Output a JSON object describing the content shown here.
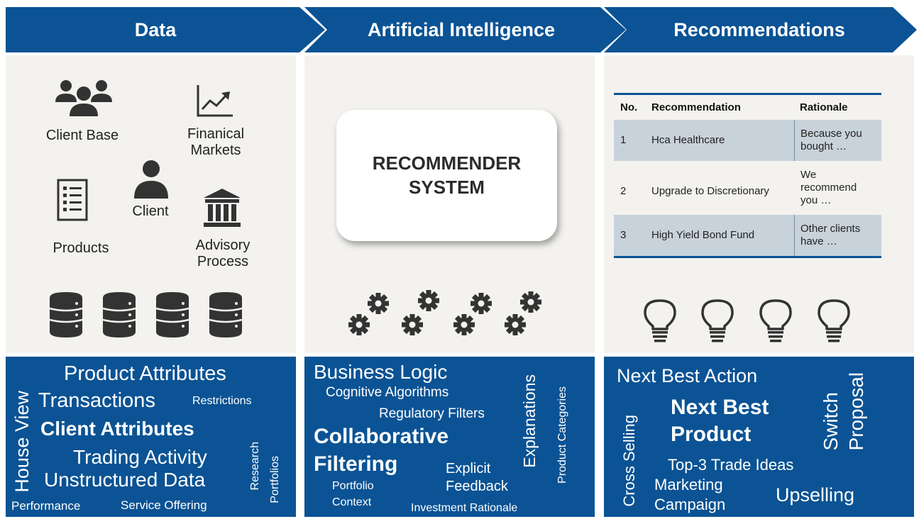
{
  "banners": [
    {
      "title": "Data"
    },
    {
      "title": "Artificial Intelligence"
    },
    {
      "title": "Recommendations"
    }
  ],
  "data_panel": {
    "client_base": "Client Base",
    "markets_line1": "Finanical",
    "markets_line2": "Markets",
    "client": "Client",
    "products": "Products",
    "advisory_line1": "Advisory",
    "advisory_line2": "Process"
  },
  "ai_panel": {
    "card_line1": "RECOMMENDER",
    "card_line2": "SYSTEM"
  },
  "table": {
    "headers": {
      "no": "No.",
      "rec": "Recommendation",
      "rat": "Rationale"
    },
    "rows": [
      {
        "no": "1",
        "rec": "Hca Healthcare",
        "rat_l1": "Because you",
        "rat_l2": "bought …",
        "rat_l3": ""
      },
      {
        "no": "2",
        "rec": "Upgrade to Discretionary",
        "rat_l1": "We",
        "rat_l2": "recommend",
        "rat_l3": "you …"
      },
      {
        "no": "3",
        "rec": "High Yield Bond Fund",
        "rat_l1": "Other clients",
        "rat_l2": "have …",
        "rat_l3": ""
      }
    ]
  },
  "cloud_data": {
    "product_attributes": "Product Attributes",
    "transactions": "Transactions",
    "restrictions": "Restrictions",
    "house_view": "House View",
    "client_attributes": "Client Attributes",
    "trading_activity": "Trading Activity",
    "unstructured_data": "Unstructured Data",
    "research": "Research",
    "portfolios": "Portfolios",
    "performance": "Performance",
    "service_offering": "Service Offering"
  },
  "cloud_ai": {
    "business_logic": "Business Logic",
    "cognitive_algorithms": "Cognitive Algorithms",
    "regulatory_filters": "Regulatory Filters",
    "explanations": "Explanations",
    "product_categories": "Product Categories",
    "collaborative": "Collaborative",
    "filtering": "Filtering",
    "explicit": "Explicit",
    "feedback": "Feedback",
    "portfolio": "Portfolio",
    "context": "Context",
    "investment_rationale": "Investment Rationale"
  },
  "cloud_rec": {
    "next_best_action": "Next Best Action",
    "next_best": "Next Best",
    "product": "Product",
    "switch": "Switch",
    "proposal": "Proposal",
    "cross_selling": "Cross Selling",
    "top3": "Top-3 Trade Ideas",
    "marketing": "Marketing",
    "campaign": "Campaign",
    "upselling": "Upselling"
  },
  "colors": {
    "banner": "#0b5394",
    "panel": "#f3f2ee",
    "icon": "#333333",
    "table_shade": "#c8d2da"
  }
}
